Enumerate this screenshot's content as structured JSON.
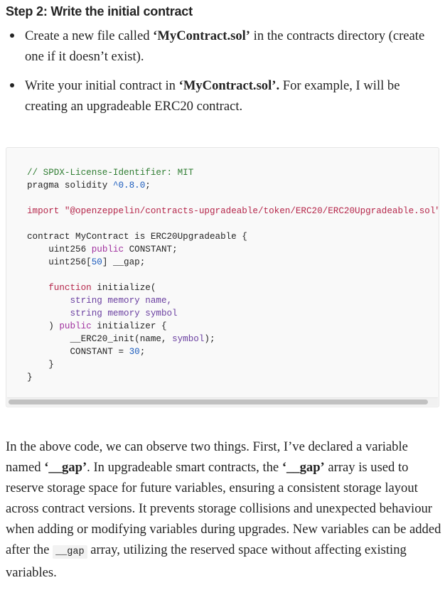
{
  "heading": "Step 2: Write the initial contract",
  "bullets": [
    {
      "before": "Create a new file called ",
      "bold": "‘MyContract.sol’",
      "after": " in the contracts directory (create one if it doesn’t exist)."
    },
    {
      "before": "Write your initial contract in ",
      "bold": "‘MyContract.sol’.",
      "after": " For example, I will be creating an upgradeable ERC20 contract."
    }
  ],
  "code": {
    "license_comment": "// SPDX-License-Identifier: MIT",
    "pragma_keyword": "pragma solidity ",
    "pragma_version": "^0.8.0",
    "pragma_end": ";",
    "import_keyword": "import ",
    "import_path": "\"@openzeppelin/contracts-upgradeable/token/ERC20/ERC20Upgradeable.sol\"",
    "import_end": ";",
    "contract_decl": "contract MyContract is ERC20Upgradeable {",
    "line_constant_type": "    uint256 ",
    "line_constant_vis": "public",
    "line_constant_name": " CONSTANT;",
    "line_gap_type": "    uint256[",
    "line_gap_size": "50",
    "line_gap_name": "] __gap;",
    "fn_keyword": "    function",
    "fn_name": " initialize(",
    "param1_type": "        string",
    "param1_rest": " memory name,",
    "param2_type": "        string",
    "param2_rest": " memory symbol",
    "fn_close_paren": "    ) ",
    "fn_vis": "public",
    "fn_modifier": " initializer {",
    "init_call": "        __ERC20_init(name, ",
    "init_arg": "symbol",
    "init_end": ");",
    "assign_left": "        CONSTANT = ",
    "assign_value": "30",
    "assign_end": ";",
    "fn_close": "    }",
    "contract_close": "}"
  },
  "paragraph": {
    "part1": "In the above code, we can observe two things. First, I’ve declared a variable named ",
    "bold1": "‘__gap’",
    "part2": ". In upgradeable smart contracts, the ",
    "bold2": "‘__gap’",
    "part3": " array is used to reserve storage space for future variables, ensuring a consistent storage layout across contract versions. It prevents storage collisions and unexpected behaviour when adding or modifying variables during upgrades. New variables can be added after the ",
    "inline_code": "__gap",
    "part4": " array, utilizing the reserved space without affecting existing variables."
  }
}
